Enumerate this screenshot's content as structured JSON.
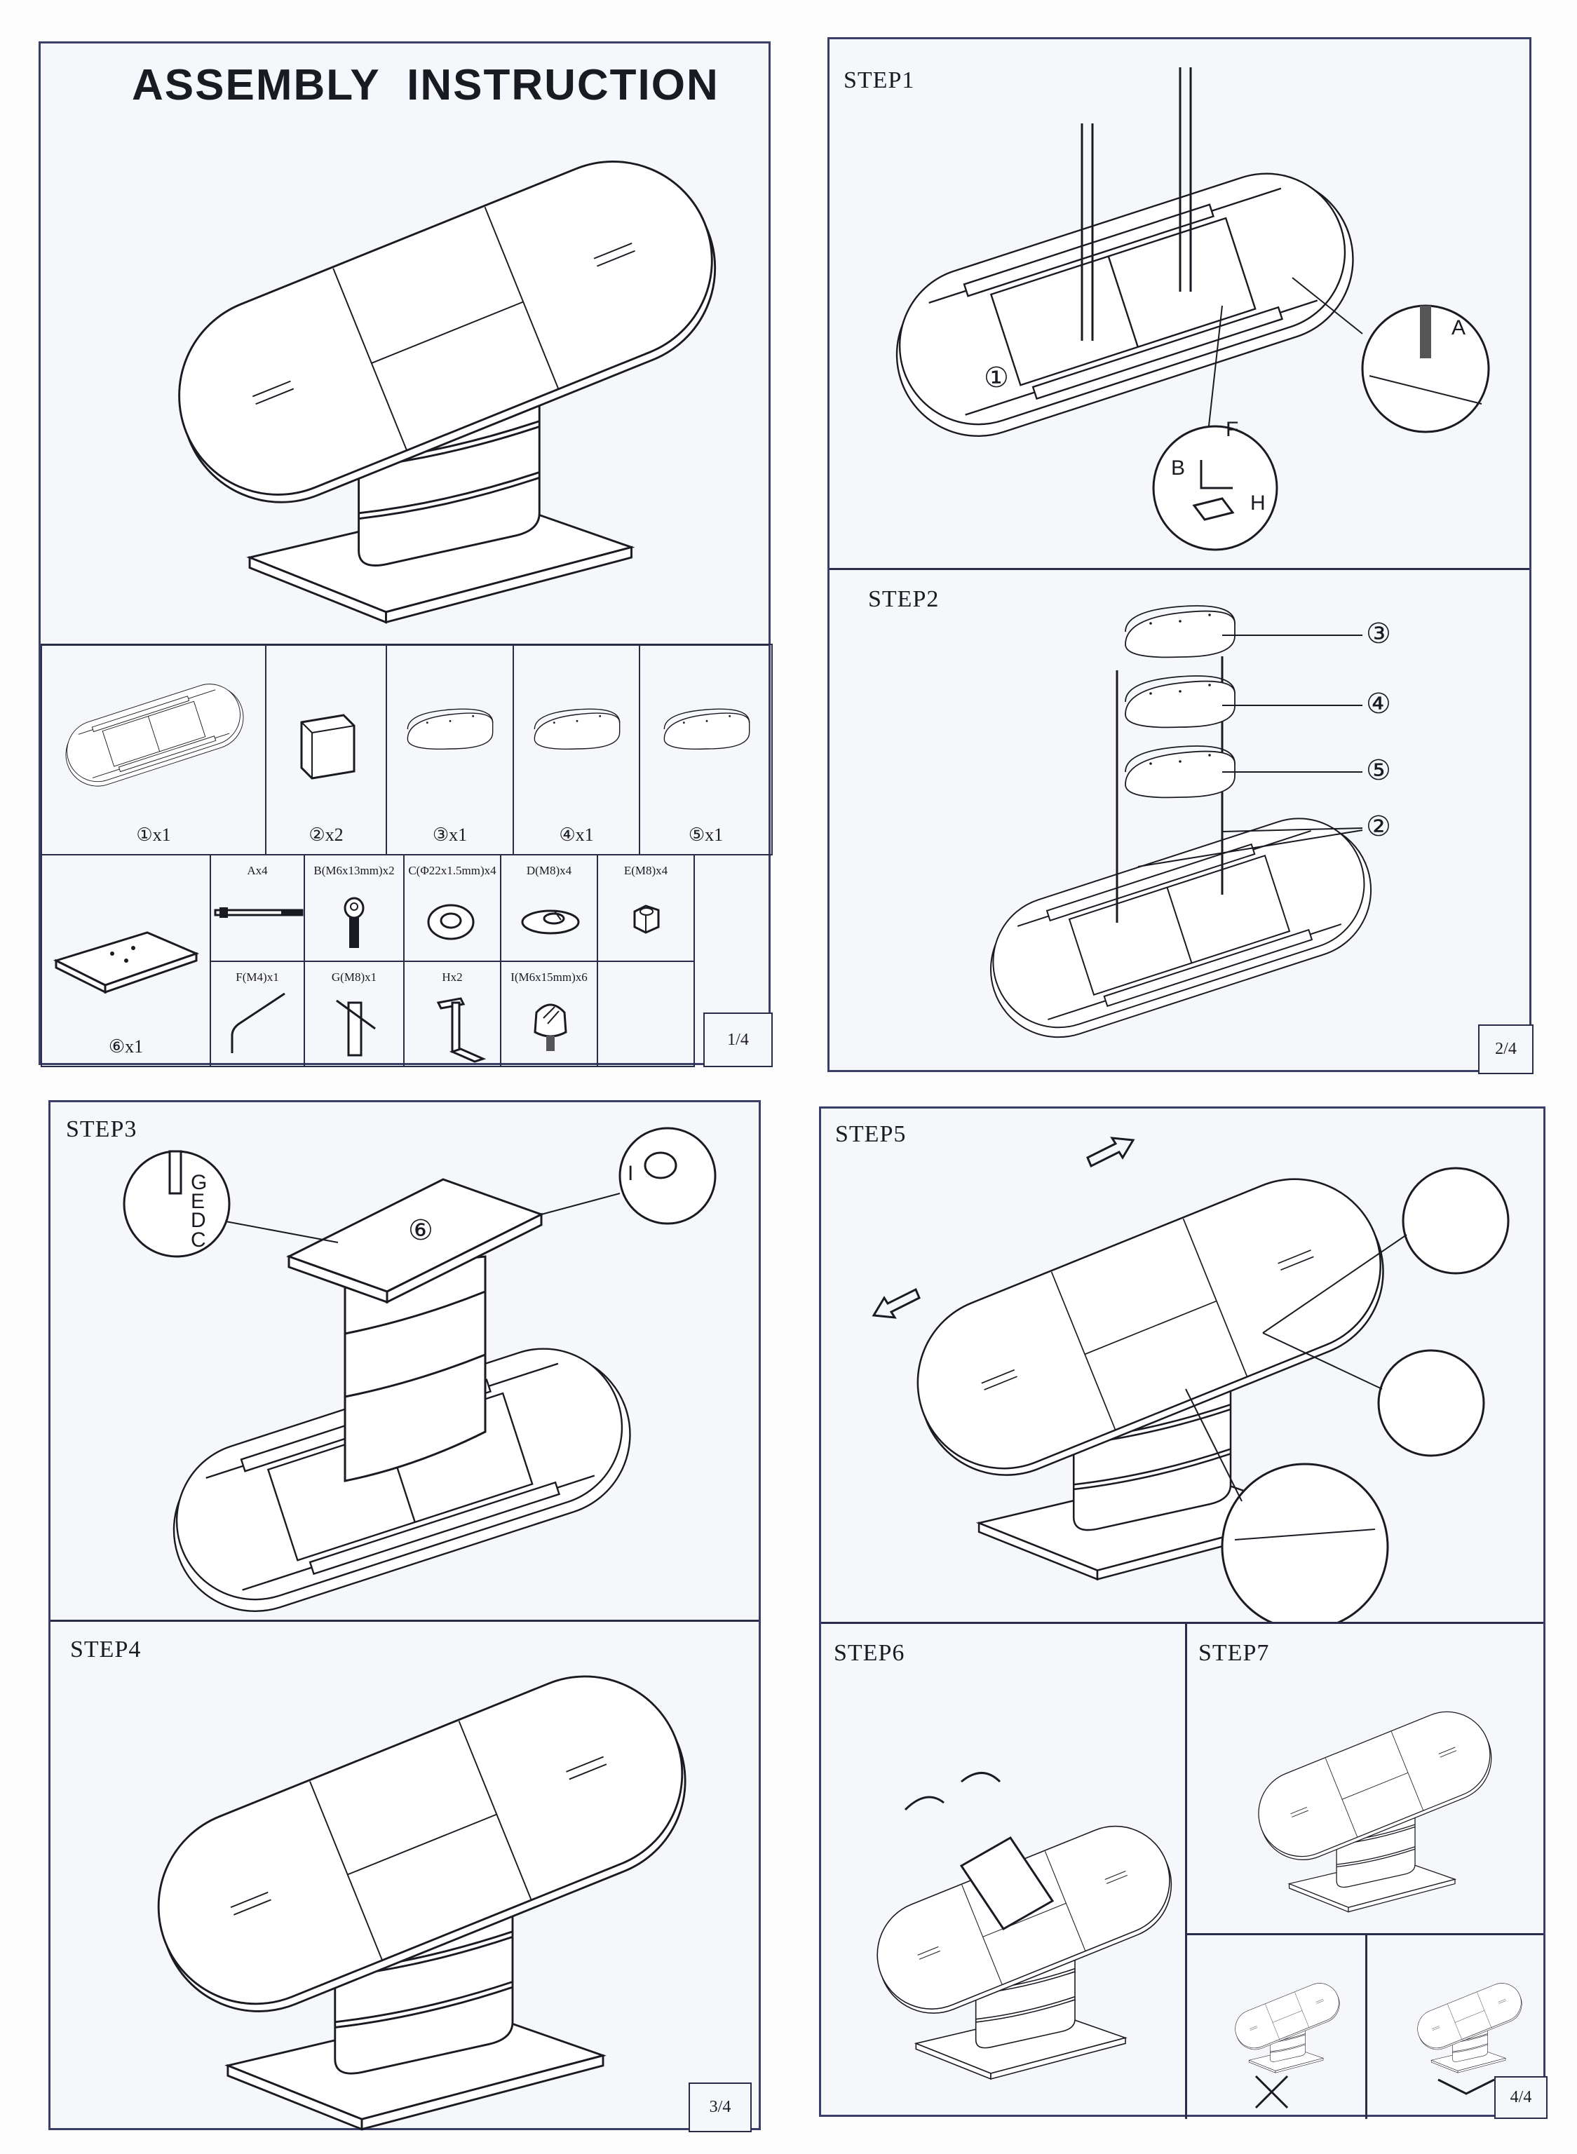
{
  "page1": {
    "title": "ASSEMBLY  INSTRUCTION",
    "parts": [
      {
        "label": "①x1",
        "icon": "tabletop-frame"
      },
      {
        "label": "②x2",
        "icon": "bracket-block"
      },
      {
        "label": "③x1",
        "icon": "pedestal-ring"
      },
      {
        "label": "④x1",
        "icon": "pedestal-ring"
      },
      {
        "label": "⑤x1",
        "icon": "pedestal-ring"
      }
    ],
    "base_part": {
      "label": "⑥x1",
      "icon": "base-plate"
    },
    "hardware": [
      {
        "label": "Ax4",
        "icon": "threaded-rod"
      },
      {
        "label": "B(M6x13mm)x2",
        "icon": "socket-bolt"
      },
      {
        "label": "C(Φ22x1.5mm)x4",
        "icon": "flat-washer"
      },
      {
        "label": "D(M8)x4",
        "icon": "spring-washer"
      },
      {
        "label": "E(M8)x4",
        "icon": "hex-nut"
      },
      {
        "label": "F(M4)x1",
        "icon": "allen-key"
      },
      {
        "label": "G(M8)x1",
        "icon": "box-spanner"
      },
      {
        "label": "Hx2",
        "icon": "z-bracket"
      },
      {
        "label": "I(M6x15mm)x6",
        "icon": "leveling-foot"
      }
    ],
    "page_number": "1/4"
  },
  "page2": {
    "step1": {
      "label": "STEP1",
      "part": "①",
      "callouts": [
        "A",
        "F",
        "B",
        "H"
      ]
    },
    "step2": {
      "label": "STEP2",
      "parts": [
        "③",
        "④",
        "⑤",
        "②"
      ]
    },
    "page_number": "2/4"
  },
  "page3": {
    "step3": {
      "label": "STEP3",
      "part": "⑥",
      "callouts": [
        "G",
        "E",
        "D",
        "C",
        "I"
      ]
    },
    "step4": {
      "label": "STEP4"
    },
    "page_number": "3/4"
  },
  "page4": {
    "step5": {
      "label": "STEP5"
    },
    "step6": {
      "label": "STEP6"
    },
    "step7": {
      "label": "STEP7"
    },
    "page_number": "4/4"
  }
}
